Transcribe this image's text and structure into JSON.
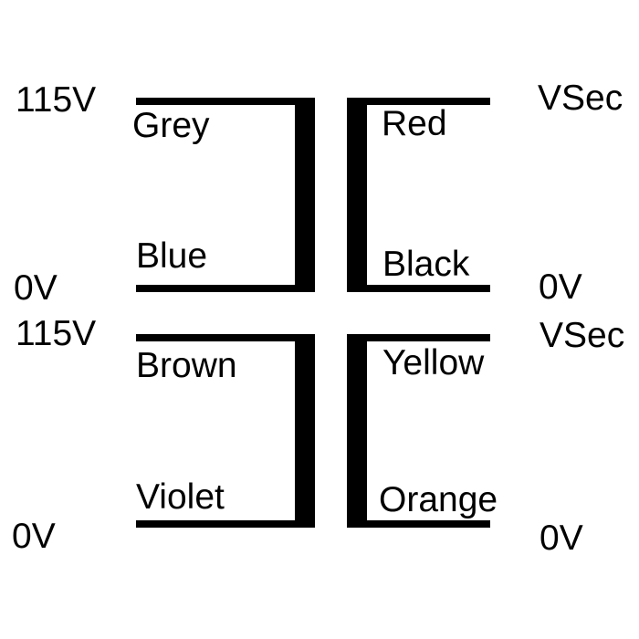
{
  "diagram": {
    "colors": {
      "stroke": "#000000",
      "background": "#ffffff"
    },
    "windings": {
      "primary1": {
        "top_terminal": "115V",
        "top_wire": "Grey",
        "bottom_wire": "Blue",
        "bottom_terminal": "0V"
      },
      "secondary1": {
        "top_terminal": "VSec",
        "top_wire": "Red",
        "bottom_wire": "Black",
        "bottom_terminal": "0V"
      },
      "primary2": {
        "top_terminal": "115V",
        "top_wire": "Brown",
        "bottom_wire": "Violet",
        "bottom_terminal": "0V"
      },
      "secondary2": {
        "top_terminal": "VSec",
        "top_wire": "Yellow",
        "bottom_wire": "Orange",
        "bottom_terminal": "0V"
      }
    }
  }
}
